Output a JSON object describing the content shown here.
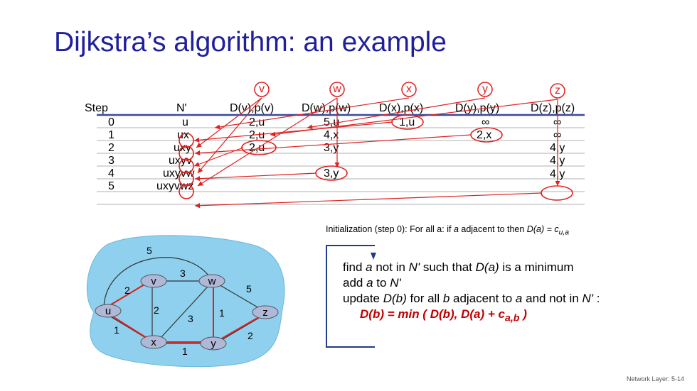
{
  "title": "Dijkstra’s algorithm: an example",
  "footer": "Network Layer: 5-14",
  "table": {
    "headers": [
      "Step",
      "N'",
      "D(v),p(v)",
      "D(w),p(w)",
      "D(x),p(x)",
      "D(y),p(y)",
      "D(z),p(z)"
    ],
    "header_circles": [
      "v",
      "w",
      "x",
      "y",
      "z"
    ],
    "rows": [
      [
        "0",
        "u",
        "2,u",
        "5,u",
        "1,u",
        "∞",
        "∞"
      ],
      [
        "1",
        "ux",
        "2,u",
        "4,x",
        "",
        "2,x",
        "∞"
      ],
      [
        "2",
        "uxy",
        "2,u",
        "3,y",
        "",
        "",
        "4,y"
      ],
      [
        "3",
        "uxyv",
        "",
        "3,y",
        "",
        "",
        "4,y"
      ],
      [
        "4",
        "uxyvw",
        "",
        "",
        "",
        "",
        "4,y"
      ],
      [
        "5",
        "uxyvwz",
        "",
        "",
        "",
        "",
        ""
      ]
    ]
  },
  "init_text": {
    "prefix": "Initialization (step 0): For all a: if ",
    "a": "a",
    "middle": " adjacent to then ",
    "formula": "D(a) = c",
    "sub": "u,a"
  },
  "algorithm": {
    "line1": [
      "find ",
      "a",
      " not in ",
      "N'",
      " such that ",
      "D(a)",
      " is a minimum"
    ],
    "line2": [
      "add ",
      "a",
      " to ",
      "N'"
    ],
    "line3": [
      "update ",
      "D(b)",
      " for all ",
      "b",
      " adjacent to ",
      "a",
      " and not in ",
      "N'",
      " :"
    ],
    "line4_main": "D(b) = min ( D(b), D(a) + c",
    "line4_sub": "a,b",
    "line4_end": " )"
  },
  "network": {
    "nodes": [
      "u",
      "v",
      "w",
      "x",
      "y",
      "z"
    ],
    "edge_costs": [
      "2",
      "5",
      "1",
      "3",
      "2",
      "3",
      "1",
      "5",
      "1",
      "2"
    ]
  },
  "colors": {
    "title": "#1f1f9e",
    "red": "#e02020",
    "node": "#b0b8d8",
    "cloud": "#8ed0ee",
    "rule": "#3a4a9a"
  }
}
